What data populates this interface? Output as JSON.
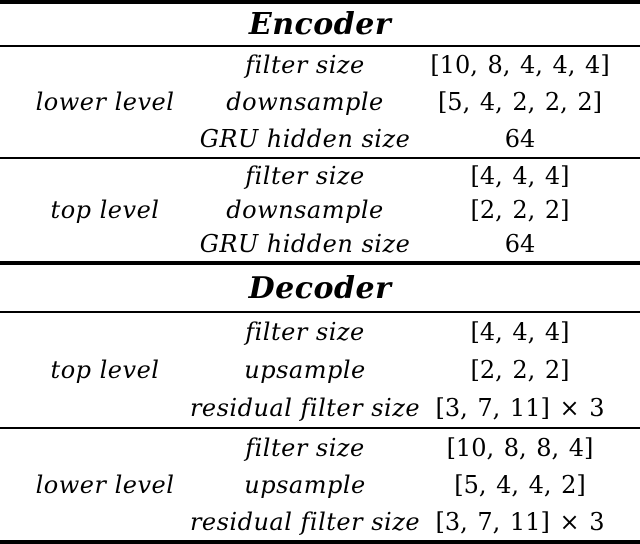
{
  "colors": {
    "background": "#ffffff",
    "text": "#000000",
    "rule": "#000000"
  },
  "table": {
    "encoder": {
      "title": "Encoder",
      "blocks": [
        {
          "level": "lower level",
          "rows": [
            {
              "param": "filter size",
              "value": "[10, 8, 4, 4, 4]"
            },
            {
              "param": "downsample",
              "value": "[5, 4, 2, 2, 2]"
            },
            {
              "param": "GRU hidden size",
              "value": "64"
            }
          ]
        },
        {
          "level": "top level",
          "rows": [
            {
              "param": "filter size",
              "value": "[4, 4, 4]"
            },
            {
              "param": "downsample",
              "value": "[2, 2, 2]"
            },
            {
              "param": "GRU hidden size",
              "value": "64"
            }
          ]
        }
      ]
    },
    "decoder": {
      "title": "Decoder",
      "blocks": [
        {
          "level": "top level",
          "rows": [
            {
              "param": "filter size",
              "value": "[4, 4, 4]"
            },
            {
              "param": "upsample",
              "value": "[2, 2, 2]"
            },
            {
              "param": "residual filter size",
              "value": "[3, 7, 11] × 3"
            }
          ]
        },
        {
          "level": "lower level",
          "rows": [
            {
              "param": "filter size",
              "value": "[10, 8, 8, 4]"
            },
            {
              "param": "upsample",
              "value": "[5, 4, 4, 2]"
            },
            {
              "param": "residual filter size",
              "value": "[3, 7, 11] × 3"
            }
          ]
        }
      ]
    }
  }
}
